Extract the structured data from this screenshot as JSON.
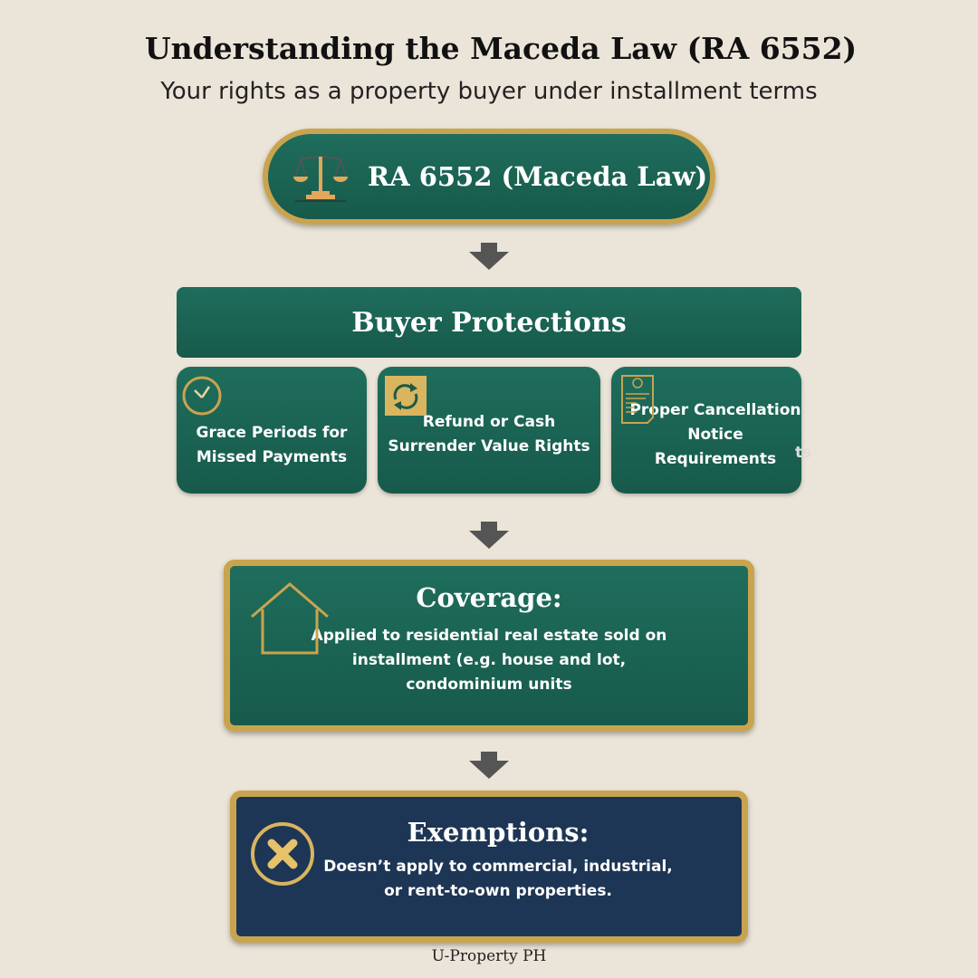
{
  "header": {
    "title": "Understanding the Maceda Law (RA 6552)",
    "subtitle": "Your rights as a property buyer under installment terms"
  },
  "law": {
    "label": "RA 6552 (Maceda Law)",
    "icon": "scales-of-justice-icon"
  },
  "protections": {
    "heading": "Buyer Protections",
    "cards": [
      {
        "label": "Grace Periods for Missed Payments",
        "icon": "clock-icon"
      },
      {
        "label": "Refund or Cash Surrender Value Rights",
        "icon": "refresh-arrows-icon"
      },
      {
        "label": "Proper Cancellation Notice Requirements",
        "icon": "notice-document-icon"
      }
    ],
    "artifact_text": "ts"
  },
  "coverage": {
    "heading": "Coverage:",
    "text": "Applied to residential real estate sold on installment (e.g. house and lot, condominium units",
    "icon": "house-icon"
  },
  "exemptions": {
    "heading": "Exemptions:",
    "text": "Doesn’t apply to commercial, industrial, or rent-to-own properties.",
    "icon": "x-circle-icon"
  },
  "footer": "U-Property PH",
  "colors": {
    "green": "#1b6553",
    "gold": "#c9a44f",
    "navy": "#1e3655",
    "background": "#ebe4d8"
  }
}
